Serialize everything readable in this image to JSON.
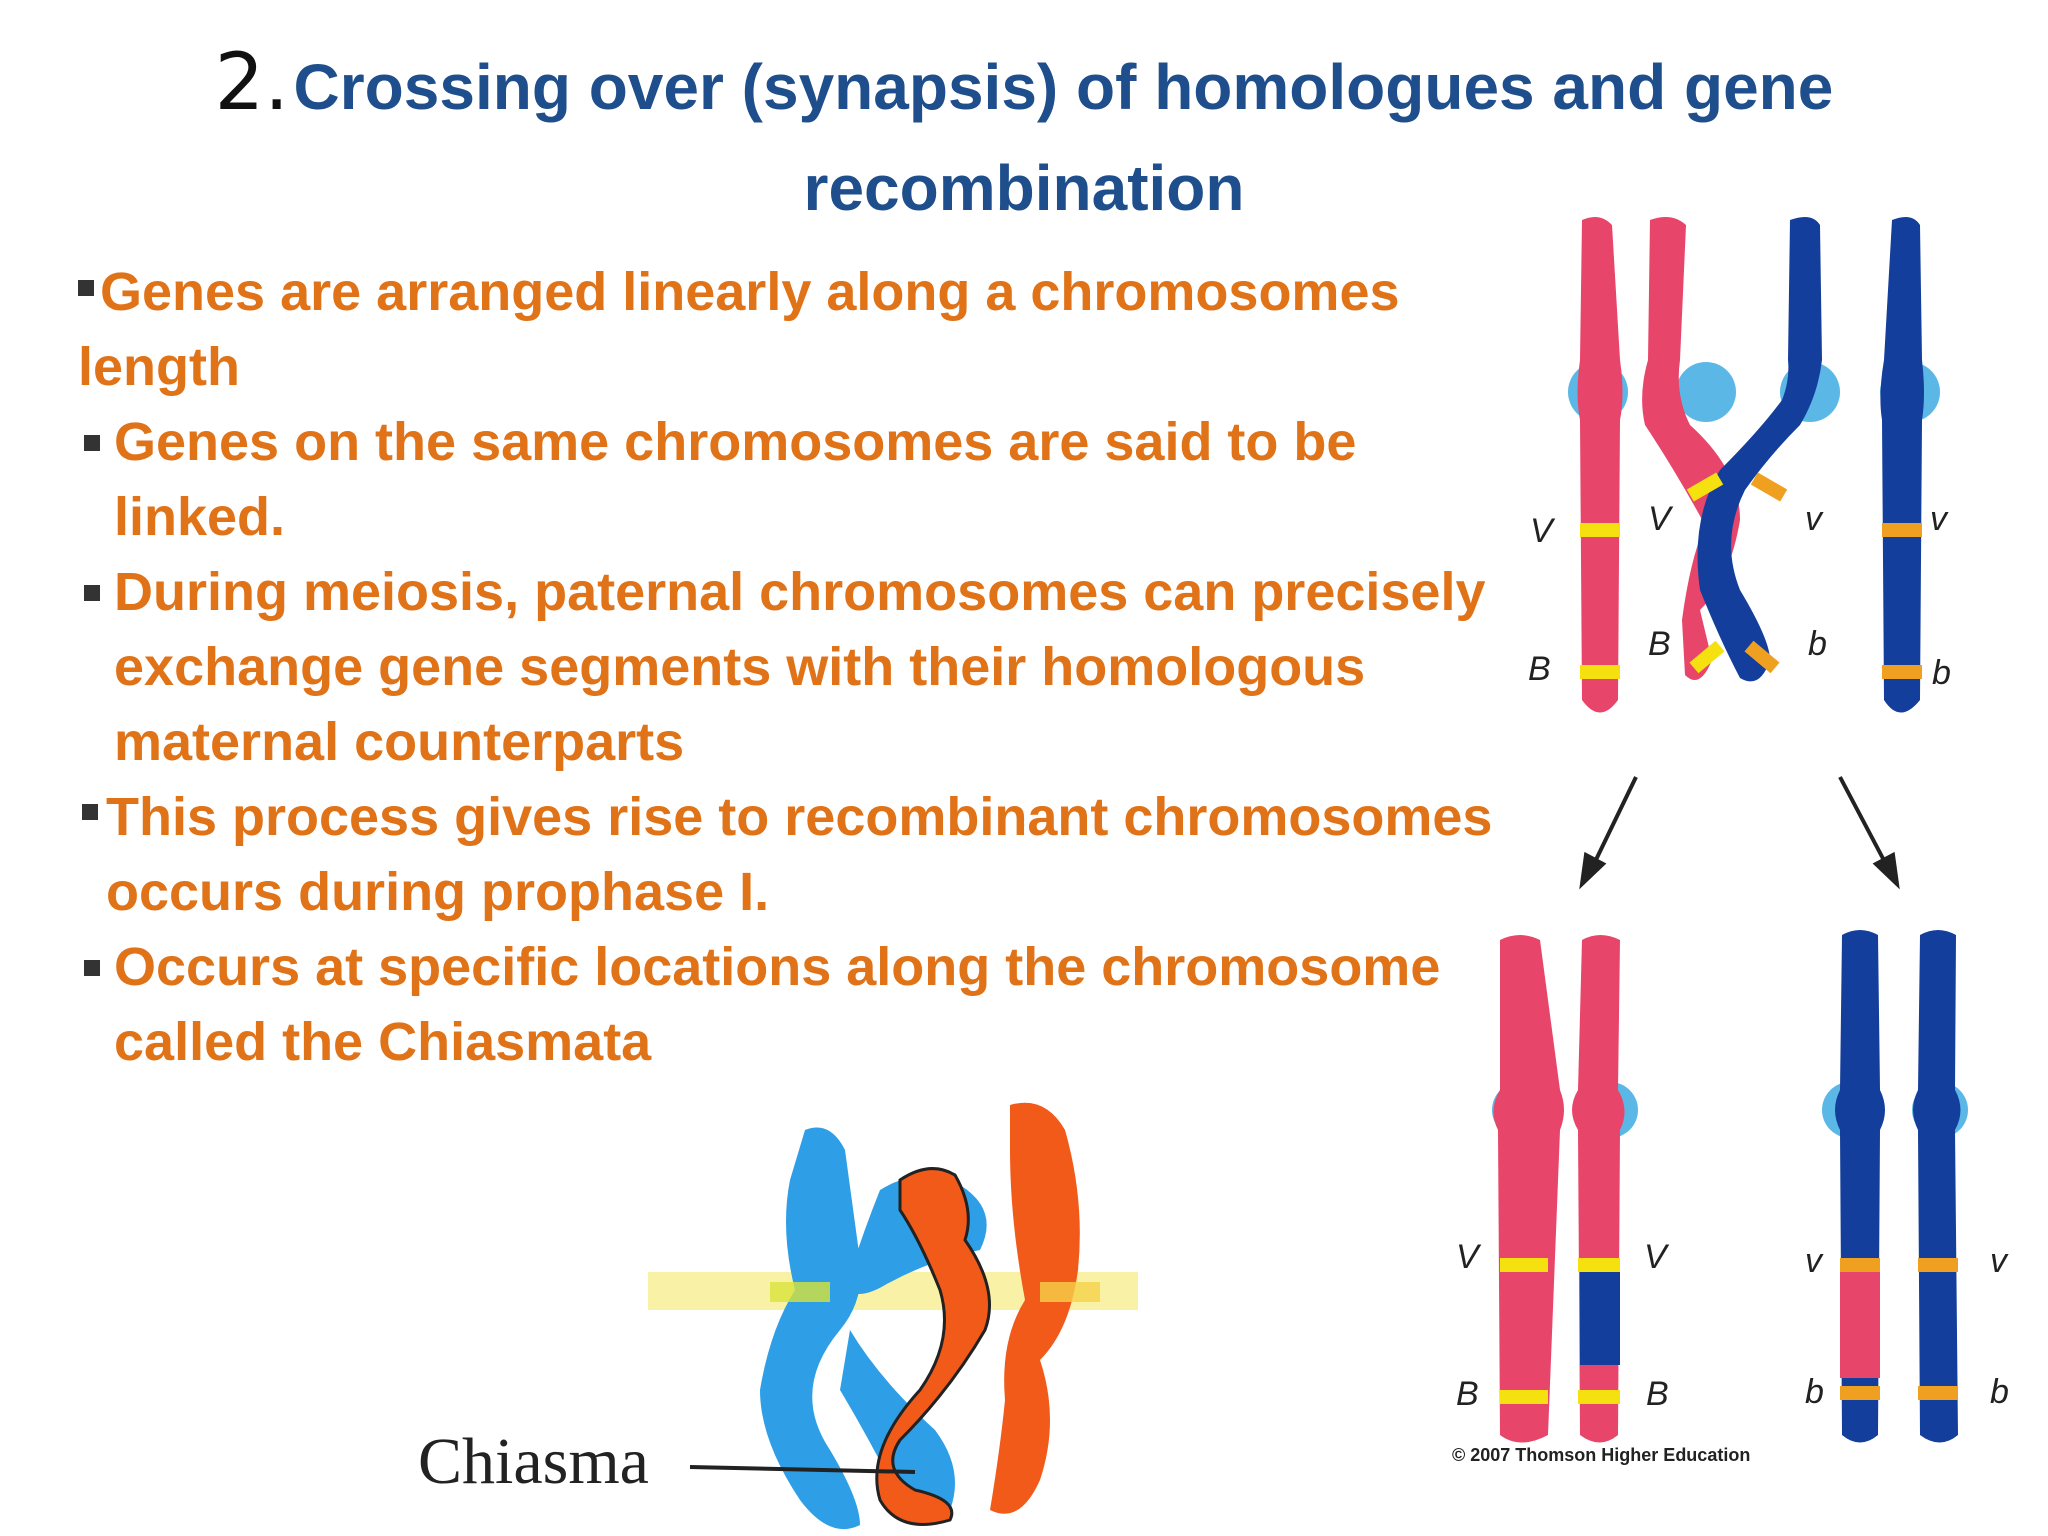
{
  "title": {
    "number": "2.",
    "line1": "Crossing over (synapsis) of homologues and gene",
    "line2": "recombination"
  },
  "bullets": [
    {
      "line1": "Genes are arranged linearly along a chromosomes",
      "line2": "length"
    },
    {
      "line1": "Genes on the same chromosomes are said to be",
      "line2": "linked."
    },
    {
      "line1": "During meiosis, paternal chromosomes can precisely",
      "line2": "exchange gene segments with their homologous",
      "line3": "maternal counterparts"
    },
    {
      "line1": "This process gives rise to recombinant chromosomes",
      "line2": "occurs during prophase I."
    },
    {
      "line1": "Occurs at specific locations along the chromosome",
      "line2": "called the Chiasmata"
    }
  ],
  "diagram": {
    "labels_top": {
      "V1": "V",
      "V2": "V",
      "v1": "v",
      "v2": "v",
      "B1": "B",
      "B2": "B",
      "b1": "b",
      "b2": "b"
    },
    "labels_bottom": {
      "V1": "V",
      "V2": "V",
      "v1": "v",
      "v2": "v",
      "B1": "B",
      "B2": "B",
      "b1": "b",
      "b2": "b"
    },
    "copyright": "© 2007 Thomson Higher Education",
    "chiasma_label": "Chiasma"
  },
  "colors": {
    "title_blue": "#1f4e8c",
    "bullet_orange": "#e07218",
    "chromosome_pink": "#e8456b",
    "chromosome_blue": "#143e9c",
    "centromere": "#5bb8e6",
    "band_yellow": "#f5e10f",
    "band_orange": "#f0a020",
    "chiasma_light_blue": "#2e9fe6",
    "chiasma_orange": "#f25a1a"
  }
}
